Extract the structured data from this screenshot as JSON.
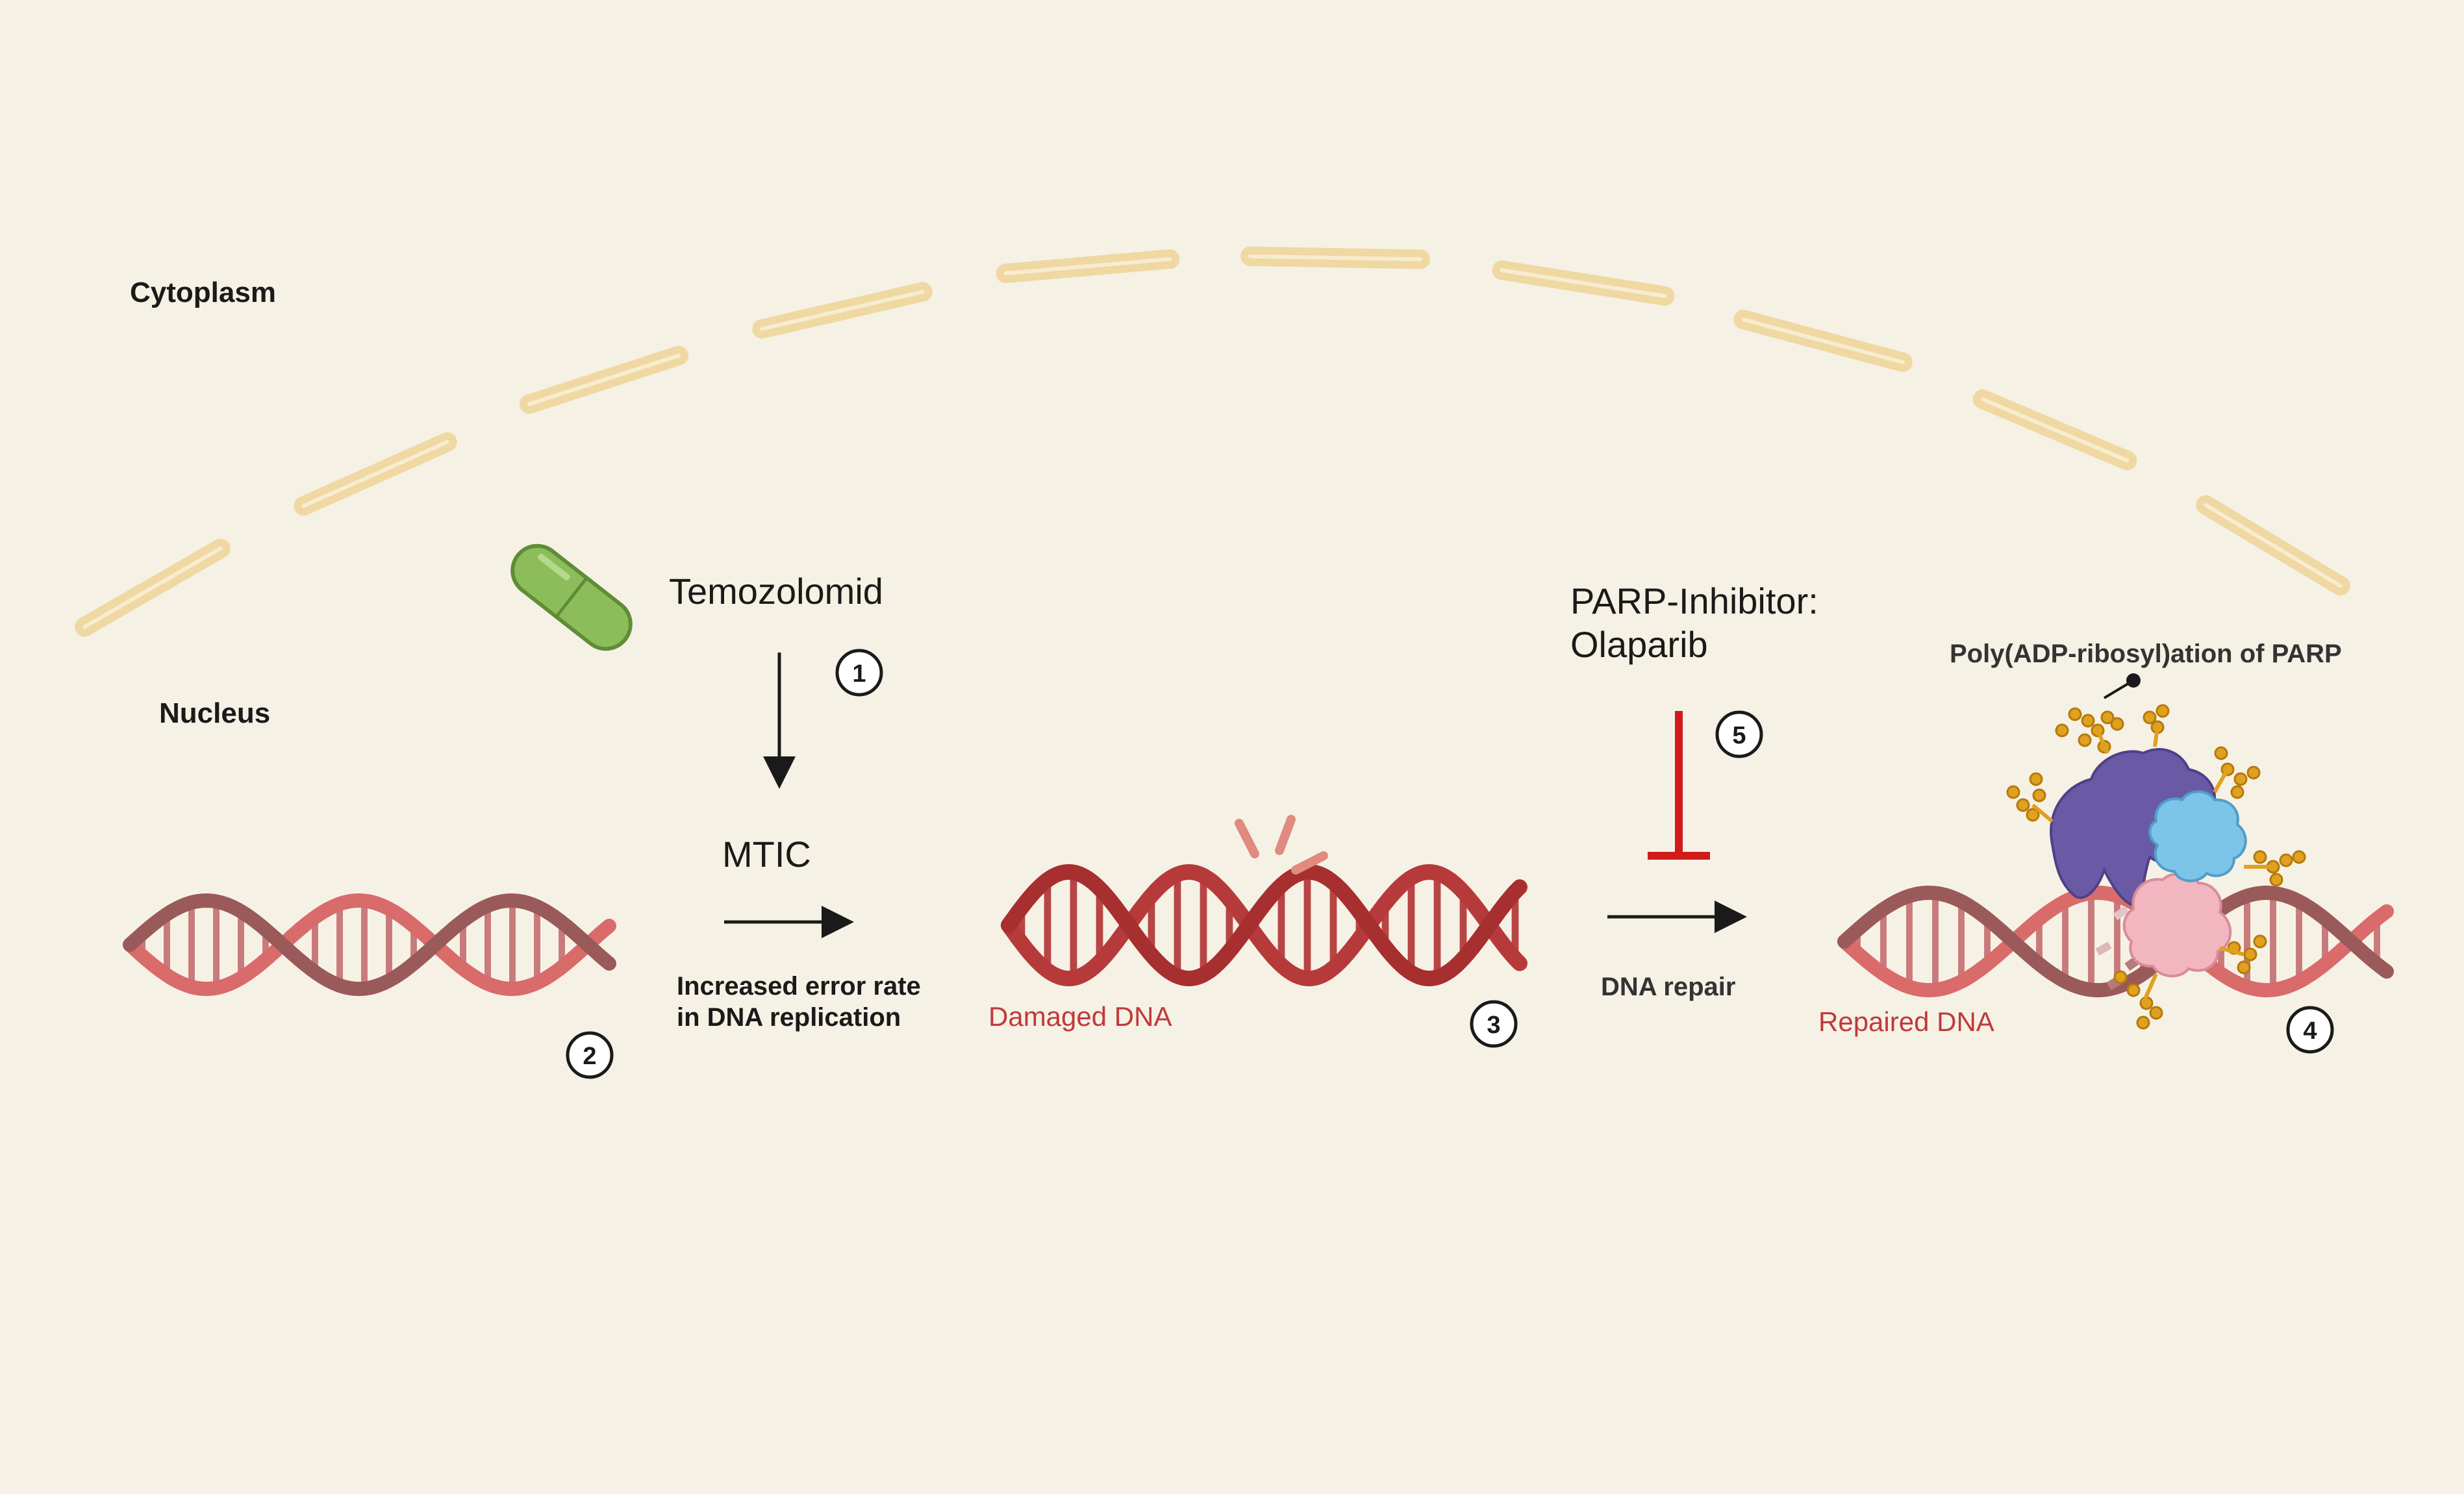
{
  "compartments": {
    "cytoplasm": "Cytoplasm",
    "nucleus": "Nucleus"
  },
  "drug": {
    "name": "Temozolomid",
    "metabolite": "MTIC"
  },
  "effects": {
    "line1": "Increased error rate",
    "line2": "in DNA replication"
  },
  "inhibitor": {
    "line1": "PARP-Inhibitor:",
    "line2": "Olaparib"
  },
  "repair_label": "DNA repair",
  "dna_labels": {
    "damaged": "Damaged DNA",
    "repaired": "Repaired DNA"
  },
  "parp_annotation": "Poly(ADP-ribosyl)ation of PARP",
  "steps": {
    "s1": "1",
    "s2": "2",
    "s3": "3",
    "s4": "4",
    "s5": "5"
  },
  "colors": {
    "background": "#f6f1e5",
    "membrane": "#efd8a2",
    "dna_light": "#d96b6b",
    "dna_dark": "#9a5a5a",
    "dna_damaged": "#b73a3a",
    "inhibitor": "#d11a1a",
    "capsule": "#8dbd5a",
    "label_red": "#c0393b",
    "parp_purple": "#6a5aa6",
    "parp_blue": "#7cc4e8",
    "parp_pink": "#f2b6c0",
    "par_chain": "#e0a020"
  }
}
